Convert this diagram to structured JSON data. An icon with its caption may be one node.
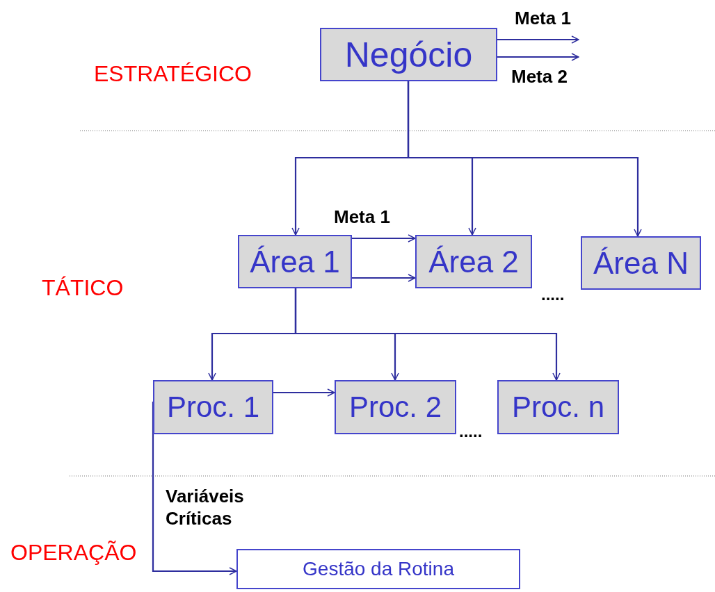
{
  "diagram": {
    "nodes": [
      {
        "text": [
          "Negócio"
        ]
      },
      {
        "text": [
          "Área 1"
        ]
      },
      {
        "text": [
          "Área 2"
        ]
      },
      {
        "text": [
          "Área N"
        ]
      },
      {
        "text": [
          "Proc. 1"
        ]
      },
      {
        "text": [
          "Proc. 2"
        ]
      },
      {
        "text": [
          "Proc. n"
        ]
      },
      {
        "text": [
          "Gestão da Rotina"
        ]
      }
    ],
    "edges": [
      {
        "from": 0,
        "to": null,
        "arrow": "to",
        "label": "Meta 1"
      },
      {
        "from": 0,
        "to": null,
        "arrow": "to",
        "label": "Meta 2"
      },
      {
        "from": 0,
        "to": 1,
        "arrow": "to"
      },
      {
        "from": 0,
        "to": 2,
        "arrow": "to"
      },
      {
        "from": 0,
        "to": 3,
        "arrow": "to"
      },
      {
        "from": 1,
        "to": 2,
        "arrow": "to",
        "label": "Meta 1"
      },
      {
        "from": 1,
        "to": 2,
        "arrow": "to"
      },
      {
        "from": 1,
        "to": 4,
        "arrow": "to"
      },
      {
        "from": 1,
        "to": 5,
        "arrow": "to"
      },
      {
        "from": 1,
        "to": 6,
        "arrow": "to"
      },
      {
        "from": 4,
        "to": 5,
        "arrow": "to"
      },
      {
        "from": 4,
        "to": 7,
        "arrow": "to",
        "label": "Variáveis Críticas"
      }
    ],
    "labels": [
      "ESTRATÉGICO",
      "TÁTICO",
      ".....",
      ".....",
      "OPERAÇÃO"
    ]
  }
}
